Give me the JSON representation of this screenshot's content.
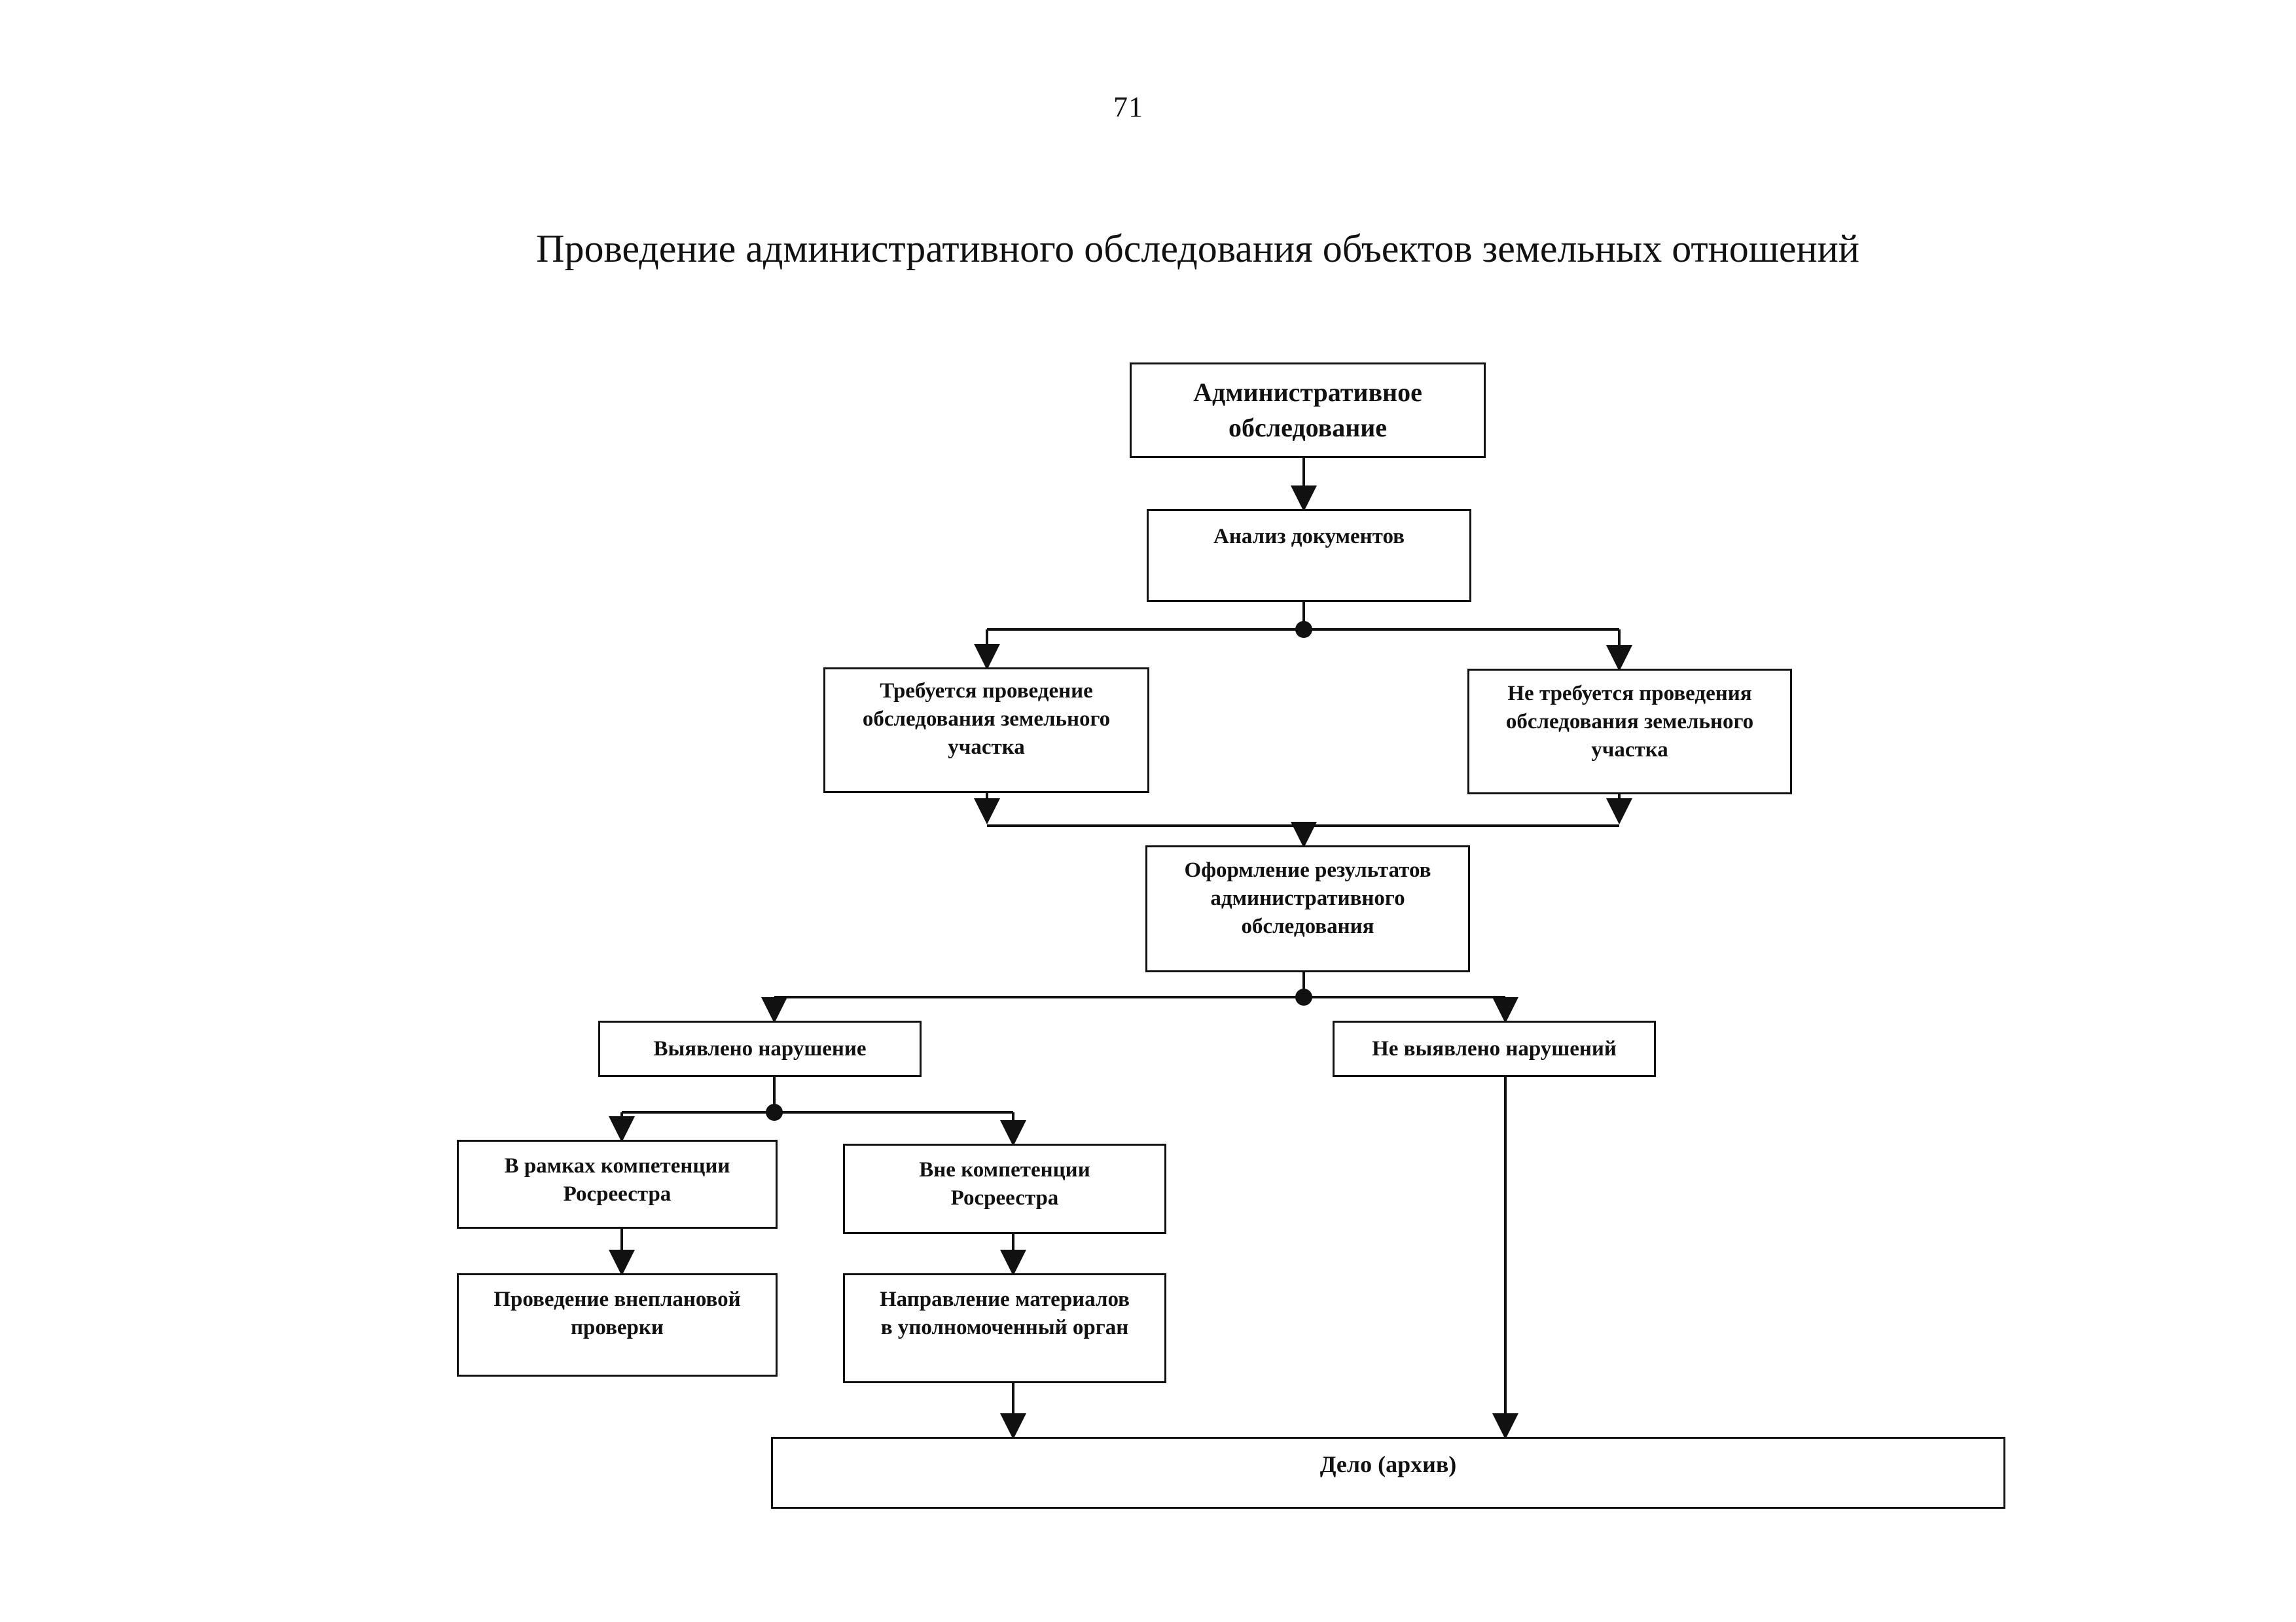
{
  "page_number": "71",
  "title": "Проведение административного обследования объектов земельных отношений",
  "nodes": {
    "admin_survey": "Административное\nобследование",
    "doc_analysis": "Анализ документов",
    "survey_required": "Требуется проведение\nобследования земельного\nучастка",
    "survey_not_required": "Не требуется проведения\nобследования земельного\nучастка",
    "results_registration": "Оформление результатов\nадминистративного\nобследования",
    "violation_found": "Выявлено нарушение",
    "no_violation": "Не выявлено нарушений",
    "within_competence": "В рамках компетенции\nРосреестра",
    "outside_competence": "Вне компетенции\nРосреестра",
    "unscheduled_inspection": "Проведение внеплановой\nпроверки",
    "materials_referral": "Направление материалов\nв уполномоченный орган",
    "archive": "Дело (архив)"
  }
}
